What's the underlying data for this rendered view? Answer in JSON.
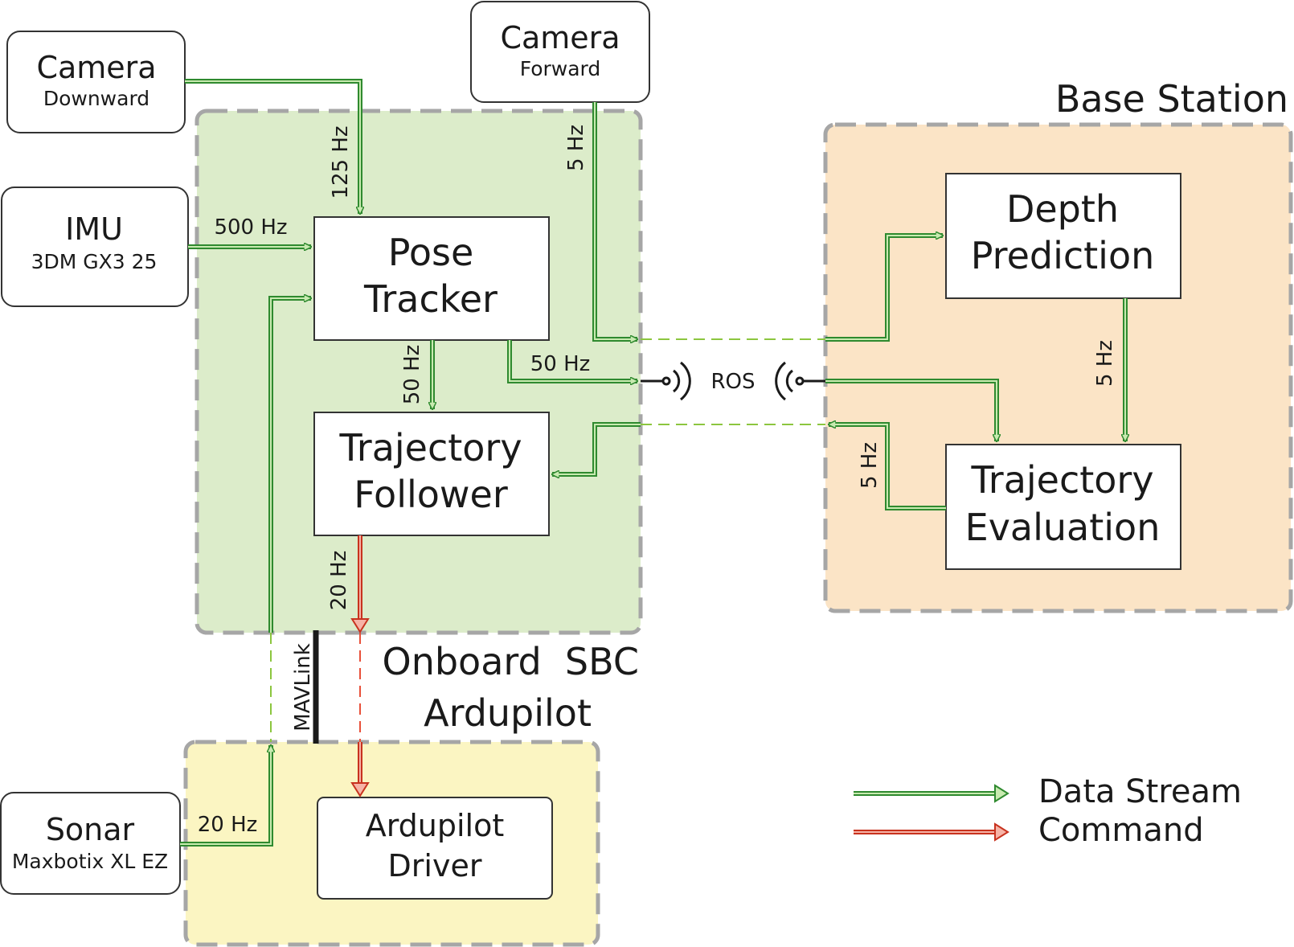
{
  "zones": {
    "onboard": "Onboard  SBC",
    "ardupilot": "Ardupilot",
    "base": "Base Station"
  },
  "sensors": {
    "camera_down": {
      "title": "Camera",
      "sub": "Downward"
    },
    "imu": {
      "title": "IMU",
      "sub": "3DM GX3 25"
    },
    "camera_fwd": {
      "title": "Camera",
      "sub": "Forward"
    },
    "sonar": {
      "title": "Sonar",
      "sub": "Maxbotix XL EZ"
    }
  },
  "blocks": {
    "pose_tracker": [
      "Pose",
      "Tracker"
    ],
    "trajectory_follower": [
      "Trajectory",
      "Follower"
    ],
    "ardupilot_driver": [
      "Ardupilot",
      "Driver"
    ],
    "depth_prediction": [
      "Depth",
      "Prediction"
    ],
    "trajectory_evaluation": [
      "Trajectory",
      "Evaluation"
    ]
  },
  "rates": {
    "cam_down": "125 Hz",
    "imu": "500 Hz",
    "cam_fwd": "5 Hz",
    "pose_to_follower": "50 Hz",
    "pose_to_ros": "50 Hz",
    "follower_to_driver": "20 Hz",
    "sonar": "20 Hz",
    "depth_to_eval": "5 Hz",
    "eval_to_ros": "5 Hz"
  },
  "ros_label": "ROS",
  "mavlink_label": "MAVLink",
  "legend": {
    "data_stream": "Data Stream",
    "command": "Command"
  },
  "colors": {
    "onboard_fill": "#dcecca",
    "ardupilot_fill": "#fbf5c2",
    "base_fill": "#fbe4c6",
    "zone_border": "#a6a6a6",
    "data_green": "#2f8a2f",
    "data_light": "#bfe6a8",
    "command_red": "#c8321e",
    "command_light": "#f6b3a6",
    "link_green": "#8cc63f",
    "link_red": "#e8503a"
  }
}
